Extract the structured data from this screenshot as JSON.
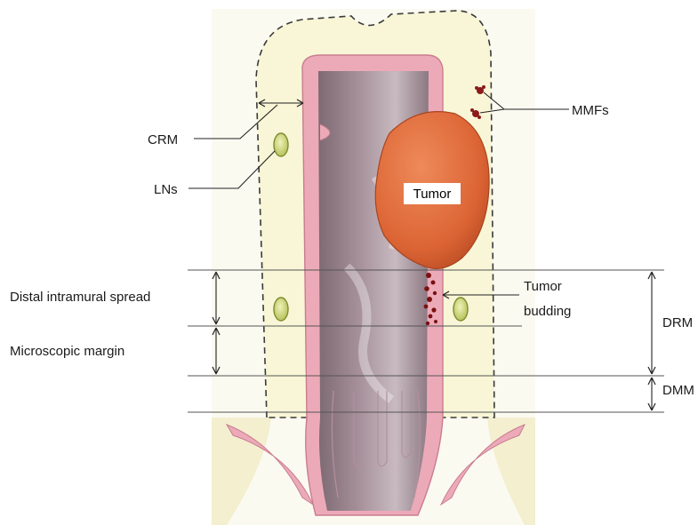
{
  "labels": {
    "crm": "CRM",
    "lns": "LNs",
    "mmfs": "MMFs",
    "tumor": "Tumor",
    "tumor_budding_line1": "Tumor",
    "tumor_budding_line2": "budding",
    "distal_intramural_spread": "Distal intramural spread",
    "microscopic_margin": "Microscopic margin",
    "drm": "DRM",
    "dmm": "DMM"
  },
  "colors": {
    "mesorectum": "#f8f6d6",
    "mesorectum_border": "#3a3a3a",
    "bowel_wall": "#ecaab8",
    "bowel_wall_edge": "#c97d90",
    "lumen": "#9d8790",
    "lumen_light": "#d9cfd3",
    "tumor": "#e0693a",
    "tumor_dark": "#b8461f",
    "lymph_node": "#cfd686",
    "lymph_node_edge": "#7e8b2e",
    "budding": "#7a1010",
    "pelvic_floor": "#f0ecc8"
  },
  "icons": [
    "lymph-node-icon",
    "metastatic-foci-icon",
    "tumor-mass-icon",
    "tumor-budding-icon"
  ]
}
